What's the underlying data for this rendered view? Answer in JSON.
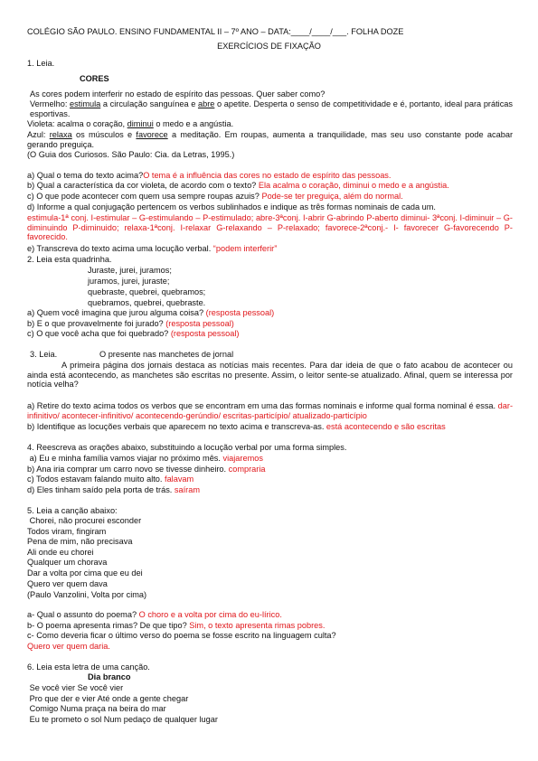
{
  "header": {
    "title": "COLÉGIO SÃO PAULO. ENSINO FUNDAMENTAL II – 7º ANO – DATA:____/____/___. FOLHA DOZE",
    "subtitle": "EXERCÍCIOS DE FIXAÇÃO"
  },
  "q1": {
    "label": "1. Leia.",
    "text_title": "CORES",
    "intro": "As cores podem interferir no estado de espírito das pessoas. Quer saber como?",
    "vermelho": {
      "p1": "Vermelho: ",
      "w1": "estimula",
      "p2": " a circulação sanguínea e ",
      "w2": "abre",
      "p3": " o apetite. Desperta o senso de competitividade e é, portanto, ideal para práticas esportivas."
    },
    "violeta": {
      "p1": "Violeta: acalma o coração, ",
      "w1": "diminui",
      "p2": " o medo e a angústia."
    },
    "azul": {
      "p1": "Azul: ",
      "w1": "relaxa",
      "p2": " os músculos e ",
      "w2": "favorece",
      "p3": " a meditação. Em roupas, aumenta a tranquilidade, mas seu uso constante pode acabar gerando preguiça."
    },
    "source": "(O Guia dos Curiosos. São Paulo: Cia. da Letras, 1995.)",
    "a_q": "a) Qual o tema do texto acima?",
    "a_ans": "O tema é a influência das cores no estado de espírito das pessoas.",
    "b_q": "b) Qual a característica da cor violeta, de acordo com o texto?",
    "b_ans": " Ela acalma o coração, diminui o medo e a angústia.",
    "c_q": "c) O que pode acontecer com quem usa sempre roupas azuis?",
    "c_ans": " Pode-se ter preguiça, além do normal.",
    "d_q": "d) Informe a qual conjugação pertencem os verbos sublinhados e indique as três formas nominais de cada um.",
    "d_ans": "estimula-1ª conj. I-estimular – G-estimulando – P-estimulado; abre-3ªconj. I-abrir G-abrindo P-aberto diminui- 3ªconj. I-diminuir – G-diminuindo P-diminuido; relaxa-1ªconj. I-relaxar G-relaxando – P-relaxado; favorece-2ªconj.- I- favorecer G-favorecendo P-favorecido.",
    "e_q": "e) Transcreva do texto acima uma locução verbal.",
    "e_ans": " “podem interferir”"
  },
  "q2": {
    "label": "2. Leia esta quadrinha.",
    "verses": [
      "Juraste, jurei, juramos;",
      "juramos, jurei, juraste;",
      "quebraste, quebrei, quebramos;",
      "quebramos, quebrei, quebraste."
    ],
    "a_q": "a) Quem você imagina que jurou alguma coisa?",
    "a_ans": " (resposta pessoal)",
    "b_q": "b) E o que provavelmente foi jurado?",
    "b_ans": " (resposta pessoal)",
    "c_q": "c) O que você acha que foi quebrado?",
    "c_ans": " (resposta pessoal)"
  },
  "q3": {
    "label": "3. Leia.",
    "text_title": "O presente nas manchetes de jornal",
    "paragraph": "A primeira página dos jornais destaca as notícias mais recentes. Para dar ideia de que o fato acabou de acontecer ou ainda está acontecendo, as manchetes são escritas no presente. Assim, o leitor sente-se atualizado. Afinal, quem se interessa por notícia velha?",
    "a_q": "a) Retire do texto acima todos os verbos que se encontram em uma das formas nominais e informe qual forma nominal é essa.",
    "a_ans": " dar-infinitivo/ acontecer-infinitivo/ acontecendo-gerúndio/ escritas-particípio/ atualizado-particípio",
    "b_q": "b) Identifique as locuções verbais que aparecem no texto acima e transcreva-as.",
    "b_ans": " está acontecendo e são escritas"
  },
  "q4": {
    "label": "4. Reescreva as orações abaixo, substituindo a locução verbal por uma forma simples.",
    "items": [
      {
        "q": " a) Eu e minha família vamos viajar no próximo mês.",
        "ans": " viajaremos"
      },
      {
        "q": "b) Ana iria comprar um carro novo se tivesse dinheiro.",
        "ans": " compraria"
      },
      {
        "q": "c) Todos estavam falando muito alto.",
        "ans": " falavam"
      },
      {
        "q": "d) Eles tinham saído pela porta de trás.",
        "ans": " saíram"
      }
    ]
  },
  "q5": {
    "label": "5. Leia a canção abaixo:",
    "verses": [
      " Chorei, não procurei esconder",
      "Todos viram, fingiram",
      "Pena de mim, não precisava",
      "Ali onde eu chorei",
      "Qualquer um chorava",
      "Dar a volta por cima que eu dei",
      "Quero ver quem dava",
      "(Paulo Vanzolini, Volta por cima)"
    ],
    "a_q": "a- Qual o assunto do poema?",
    "a_ans": " O choro e a volta por cima do eu-lírico.",
    "b_q": "b- O poema apresenta rimas? De que tipo?",
    "b_ans": " Sim, o texto apresenta rimas pobres.",
    "c_q": "c- Como deveria ficar o último verso do poema se fosse escrito na linguagem culta?",
    "c_ans": "Quero ver quem daria."
  },
  "q6": {
    "label": "6. Leia esta letra de uma canção.",
    "text_title": "Dia branco",
    "verses": [
      " Se você vier Se você vier",
      " Pro que der e vier Até onde a gente chegar",
      " Comigo Numa praça na beira do mar",
      " Eu te prometo o sol Num pedaço de qualquer lugar"
    ]
  },
  "colors": {
    "text": "#111111",
    "answer": "#e0161a"
  }
}
